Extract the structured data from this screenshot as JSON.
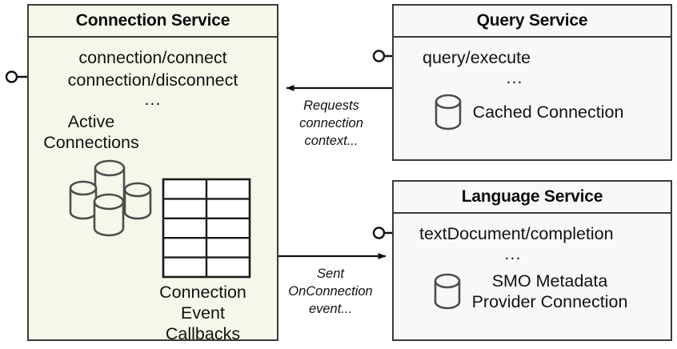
{
  "diagram": {
    "type": "component-diagram",
    "colors": {
      "connection_service_fill": "#F4F7EA",
      "service_fill": "#F8F8FB",
      "border": "#3A3A3A",
      "text": "#121212",
      "icon_stroke": "#4D4D4D"
    }
  },
  "connection_service": {
    "title": "Connection Service",
    "operations": [
      "connection/connect",
      "connection/disconnect"
    ],
    "ellipsis": "...",
    "active_connections_label": "Active\nConnections",
    "active_connections_line1": "Active",
    "active_connections_line2": "Connections",
    "callbacks_line1": "Connection",
    "callbacks_line2": "Event",
    "callbacks_line3": "Callbacks",
    "db_cluster_icon": "database-cluster-icon",
    "table_icon": "table-grid-icon",
    "table_rows": 5,
    "table_cols": 2,
    "interface_port": "provided-interface-lollipop"
  },
  "query_service": {
    "title": "Query Service",
    "operations": [
      "query/execute"
    ],
    "ellipsis": "...",
    "data_label": "Cached Connection",
    "data_icon": "database-icon",
    "interface_port": "provided-interface-lollipop"
  },
  "language_service": {
    "title": "Language Service",
    "operations": [
      "textDocument/completion"
    ],
    "ellipsis": "...",
    "data_label_line1": "SMO Metadata",
    "data_label_line2": "Provider Connection",
    "data_icon": "database-icon",
    "interface_port": "provided-interface-lollipop"
  },
  "edges": [
    {
      "id": "query-to-connection",
      "from": "query_service",
      "to": "connection_service",
      "direction": "left",
      "label_line1": "Requests",
      "label_line2": "connection",
      "label_line3": "context..."
    },
    {
      "id": "connection-to-language",
      "from": "connection_service",
      "to": "language_service",
      "direction": "right",
      "label_line1": "Sent",
      "label_line2": "OnConnection",
      "label_line3": "event..."
    }
  ]
}
